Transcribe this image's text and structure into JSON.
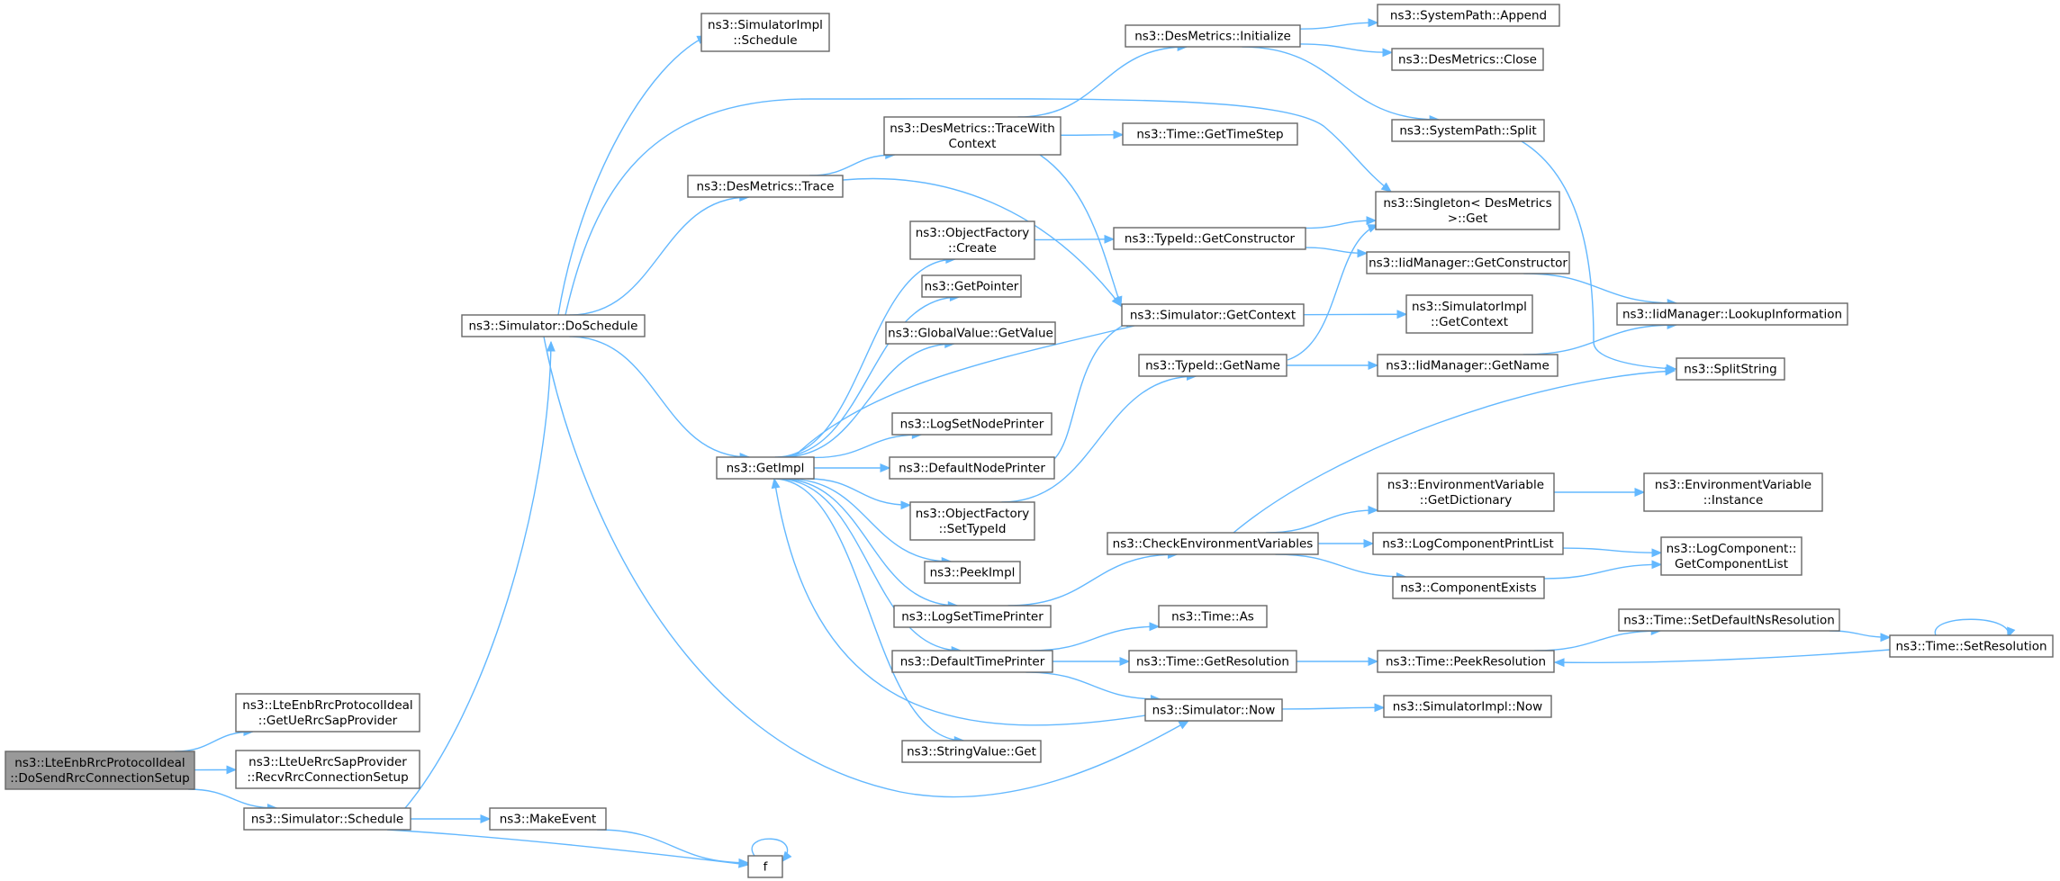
{
  "colors": {
    "edge": "#63b8ff",
    "border": "#666666",
    "node_fill": "#ffffff",
    "root_fill": "#999999",
    "text": "#000000"
  },
  "nodes": [
    {
      "id": "root",
      "lines": [
        "ns3::LteEnbRrcProtocolIdeal",
        "::DoSendRrcConnectionSetup"
      ],
      "root": true
    },
    {
      "id": "getUeRrcSapProvider",
      "lines": [
        "ns3::LteEnbRrcProtocolIdeal",
        "::GetUeRrcSapProvider"
      ]
    },
    {
      "id": "recvRrcConnectionSetup",
      "lines": [
        "ns3::LteUeRrcSapProvider",
        "::RecvRrcConnectionSetup"
      ]
    },
    {
      "id": "simSchedule",
      "lines": [
        "ns3::Simulator::Schedule"
      ]
    },
    {
      "id": "makeEvent",
      "lines": [
        "ns3::MakeEvent"
      ]
    },
    {
      "id": "f",
      "lines": [
        "f"
      ]
    },
    {
      "id": "doSchedule",
      "lines": [
        "ns3::Simulator::DoSchedule"
      ]
    },
    {
      "id": "simImplSchedule",
      "lines": [
        "ns3::SimulatorImpl",
        "::Schedule"
      ]
    },
    {
      "id": "desTrace",
      "lines": [
        "ns3::DesMetrics::Trace"
      ]
    },
    {
      "id": "getImpl",
      "lines": [
        "ns3::GetImpl"
      ]
    },
    {
      "id": "traceWithContext",
      "lines": [
        "ns3::DesMetrics::TraceWith",
        "Context"
      ]
    },
    {
      "id": "objFactoryCreate",
      "lines": [
        "ns3::ObjectFactory",
        "::Create"
      ]
    },
    {
      "id": "getPointer",
      "lines": [
        "ns3::GetPointer"
      ]
    },
    {
      "id": "globalValueGet",
      "lines": [
        "ns3::GlobalValue::GetValue"
      ]
    },
    {
      "id": "logSetNodePrinter",
      "lines": [
        "ns3::LogSetNodePrinter"
      ]
    },
    {
      "id": "defaultNodePrinter",
      "lines": [
        "ns3::DefaultNodePrinter"
      ]
    },
    {
      "id": "objFactorySetTypeId",
      "lines": [
        "ns3::ObjectFactory",
        "::SetTypeId"
      ]
    },
    {
      "id": "peekImpl",
      "lines": [
        "ns3::PeekImpl"
      ]
    },
    {
      "id": "logSetTimePrinter",
      "lines": [
        "ns3::LogSetTimePrinter"
      ]
    },
    {
      "id": "defaultTimePrinter",
      "lines": [
        "ns3::DefaultTimePrinter"
      ]
    },
    {
      "id": "stringValueGet",
      "lines": [
        "ns3::StringValue::Get"
      ]
    },
    {
      "id": "desInitialize",
      "lines": [
        "ns3::DesMetrics::Initialize"
      ]
    },
    {
      "id": "timeGetTimeStep",
      "lines": [
        "ns3::Time::GetTimeStep"
      ]
    },
    {
      "id": "typeIdGetConstructor",
      "lines": [
        "ns3::TypeId::GetConstructor"
      ]
    },
    {
      "id": "simGetContext",
      "lines": [
        "ns3::Simulator::GetContext"
      ]
    },
    {
      "id": "typeIdGetName",
      "lines": [
        "ns3::TypeId::GetName"
      ]
    },
    {
      "id": "checkEnv",
      "lines": [
        "ns3::CheckEnvironmentVariables"
      ]
    },
    {
      "id": "timeAs",
      "lines": [
        "ns3::Time::As"
      ]
    },
    {
      "id": "timeGetResolution",
      "lines": [
        "ns3::Time::GetResolution"
      ]
    },
    {
      "id": "simNow",
      "lines": [
        "ns3::Simulator::Now"
      ]
    },
    {
      "id": "sysPathAppend",
      "lines": [
        "ns3::SystemPath::Append"
      ]
    },
    {
      "id": "desClose",
      "lines": [
        "ns3::DesMetrics::Close"
      ]
    },
    {
      "id": "sysPathSplit",
      "lines": [
        "ns3::SystemPath::Split"
      ]
    },
    {
      "id": "singletonGet",
      "lines": [
        "ns3::Singleton< DesMetrics",
        " >::Get"
      ]
    },
    {
      "id": "iidGetConstructor",
      "lines": [
        "ns3::IidManager::GetConstructor"
      ]
    },
    {
      "id": "simImplGetContext",
      "lines": [
        "ns3::SimulatorImpl",
        "::GetContext"
      ]
    },
    {
      "id": "iidGetName",
      "lines": [
        "ns3::IidManager::GetName"
      ]
    },
    {
      "id": "envGetDictionary",
      "lines": [
        "ns3::EnvironmentVariable",
        "::GetDictionary"
      ]
    },
    {
      "id": "logComponentPrintList",
      "lines": [
        "ns3::LogComponentPrintList"
      ]
    },
    {
      "id": "componentExists",
      "lines": [
        "ns3::ComponentExists"
      ]
    },
    {
      "id": "timePeekResolution",
      "lines": [
        "ns3::Time::PeekResolution"
      ]
    },
    {
      "id": "simImplNow",
      "lines": [
        "ns3::SimulatorImpl::Now"
      ]
    },
    {
      "id": "iidLookupInformation",
      "lines": [
        "ns3::IidManager::LookupInformation"
      ]
    },
    {
      "id": "splitString",
      "lines": [
        "ns3::SplitString"
      ]
    },
    {
      "id": "envInstance",
      "lines": [
        "ns3::EnvironmentVariable",
        "::Instance"
      ]
    },
    {
      "id": "logComponentGetList",
      "lines": [
        "ns3::LogComponent::",
        "GetComponentList"
      ]
    },
    {
      "id": "timeSetDefaultNsRes",
      "lines": [
        "ns3::Time::SetDefaultNsResolution"
      ]
    },
    {
      "id": "timeSetResolution",
      "lines": [
        "ns3::Time::SetResolution"
      ]
    }
  ],
  "edges": [
    [
      "root",
      "getUeRrcSapProvider"
    ],
    [
      "root",
      "recvRrcConnectionSetup"
    ],
    [
      "root",
      "simSchedule"
    ],
    [
      "simSchedule",
      "doSchedule"
    ],
    [
      "simSchedule",
      "makeEvent"
    ],
    [
      "simSchedule",
      "f"
    ],
    [
      "makeEvent",
      "f"
    ],
    [
      "f",
      "f"
    ],
    [
      "doSchedule",
      "simImplSchedule"
    ],
    [
      "doSchedule",
      "singletonGet"
    ],
    [
      "doSchedule",
      "desTrace"
    ],
    [
      "doSchedule",
      "getImpl"
    ],
    [
      "doSchedule",
      "simNow"
    ],
    [
      "desTrace",
      "traceWithContext"
    ],
    [
      "desTrace",
      "simGetContext"
    ],
    [
      "traceWithContext",
      "desInitialize"
    ],
    [
      "traceWithContext",
      "timeGetTimeStep"
    ],
    [
      "traceWithContext",
      "simGetContext"
    ],
    [
      "desInitialize",
      "sysPathAppend"
    ],
    [
      "desInitialize",
      "desClose"
    ],
    [
      "desInitialize",
      "sysPathSplit"
    ],
    [
      "sysPathSplit",
      "splitString"
    ],
    [
      "getImpl",
      "objFactoryCreate"
    ],
    [
      "getImpl",
      "getPointer"
    ],
    [
      "getImpl",
      "globalValueGet"
    ],
    [
      "getImpl",
      "logSetNodePrinter"
    ],
    [
      "getImpl",
      "defaultNodePrinter"
    ],
    [
      "getImpl",
      "objFactorySetTypeId"
    ],
    [
      "getImpl",
      "peekImpl"
    ],
    [
      "getImpl",
      "logSetTimePrinter"
    ],
    [
      "getImpl",
      "defaultTimePrinter"
    ],
    [
      "getImpl",
      "stringValueGet"
    ],
    [
      "objFactoryCreate",
      "typeIdGetConstructor"
    ],
    [
      "objFactorySetTypeId",
      "typeIdGetName"
    ],
    [
      "defaultNodePrinter",
      "simGetContext"
    ],
    [
      "simGetContext",
      "getImpl"
    ],
    [
      "simGetContext",
      "simImplGetContext"
    ],
    [
      "typeIdGetConstructor",
      "singletonGet"
    ],
    [
      "typeIdGetConstructor",
      "iidGetConstructor"
    ],
    [
      "iidGetConstructor",
      "iidLookupInformation"
    ],
    [
      "typeIdGetName",
      "singletonGet"
    ],
    [
      "typeIdGetName",
      "iidGetName"
    ],
    [
      "iidGetName",
      "iidLookupInformation"
    ],
    [
      "logSetTimePrinter",
      "checkEnv"
    ],
    [
      "checkEnv",
      "splitString"
    ],
    [
      "checkEnv",
      "envGetDictionary"
    ],
    [
      "checkEnv",
      "logComponentPrintList"
    ],
    [
      "checkEnv",
      "componentExists"
    ],
    [
      "envGetDictionary",
      "envInstance"
    ],
    [
      "logComponentPrintList",
      "logComponentGetList"
    ],
    [
      "componentExists",
      "logComponentGetList"
    ],
    [
      "defaultTimePrinter",
      "timeAs"
    ],
    [
      "defaultTimePrinter",
      "timeGetResolution"
    ],
    [
      "defaultTimePrinter",
      "simNow"
    ],
    [
      "timeGetResolution",
      "timePeekResolution"
    ],
    [
      "timePeekResolution",
      "timeSetDefaultNsRes"
    ],
    [
      "timeSetDefaultNsRes",
      "timeSetResolution"
    ],
    [
      "timeSetResolution",
      "timePeekResolution"
    ],
    [
      "timeSetResolution",
      "timeSetResolution"
    ],
    [
      "simNow",
      "getImpl"
    ],
    [
      "simNow",
      "simImplNow"
    ]
  ]
}
